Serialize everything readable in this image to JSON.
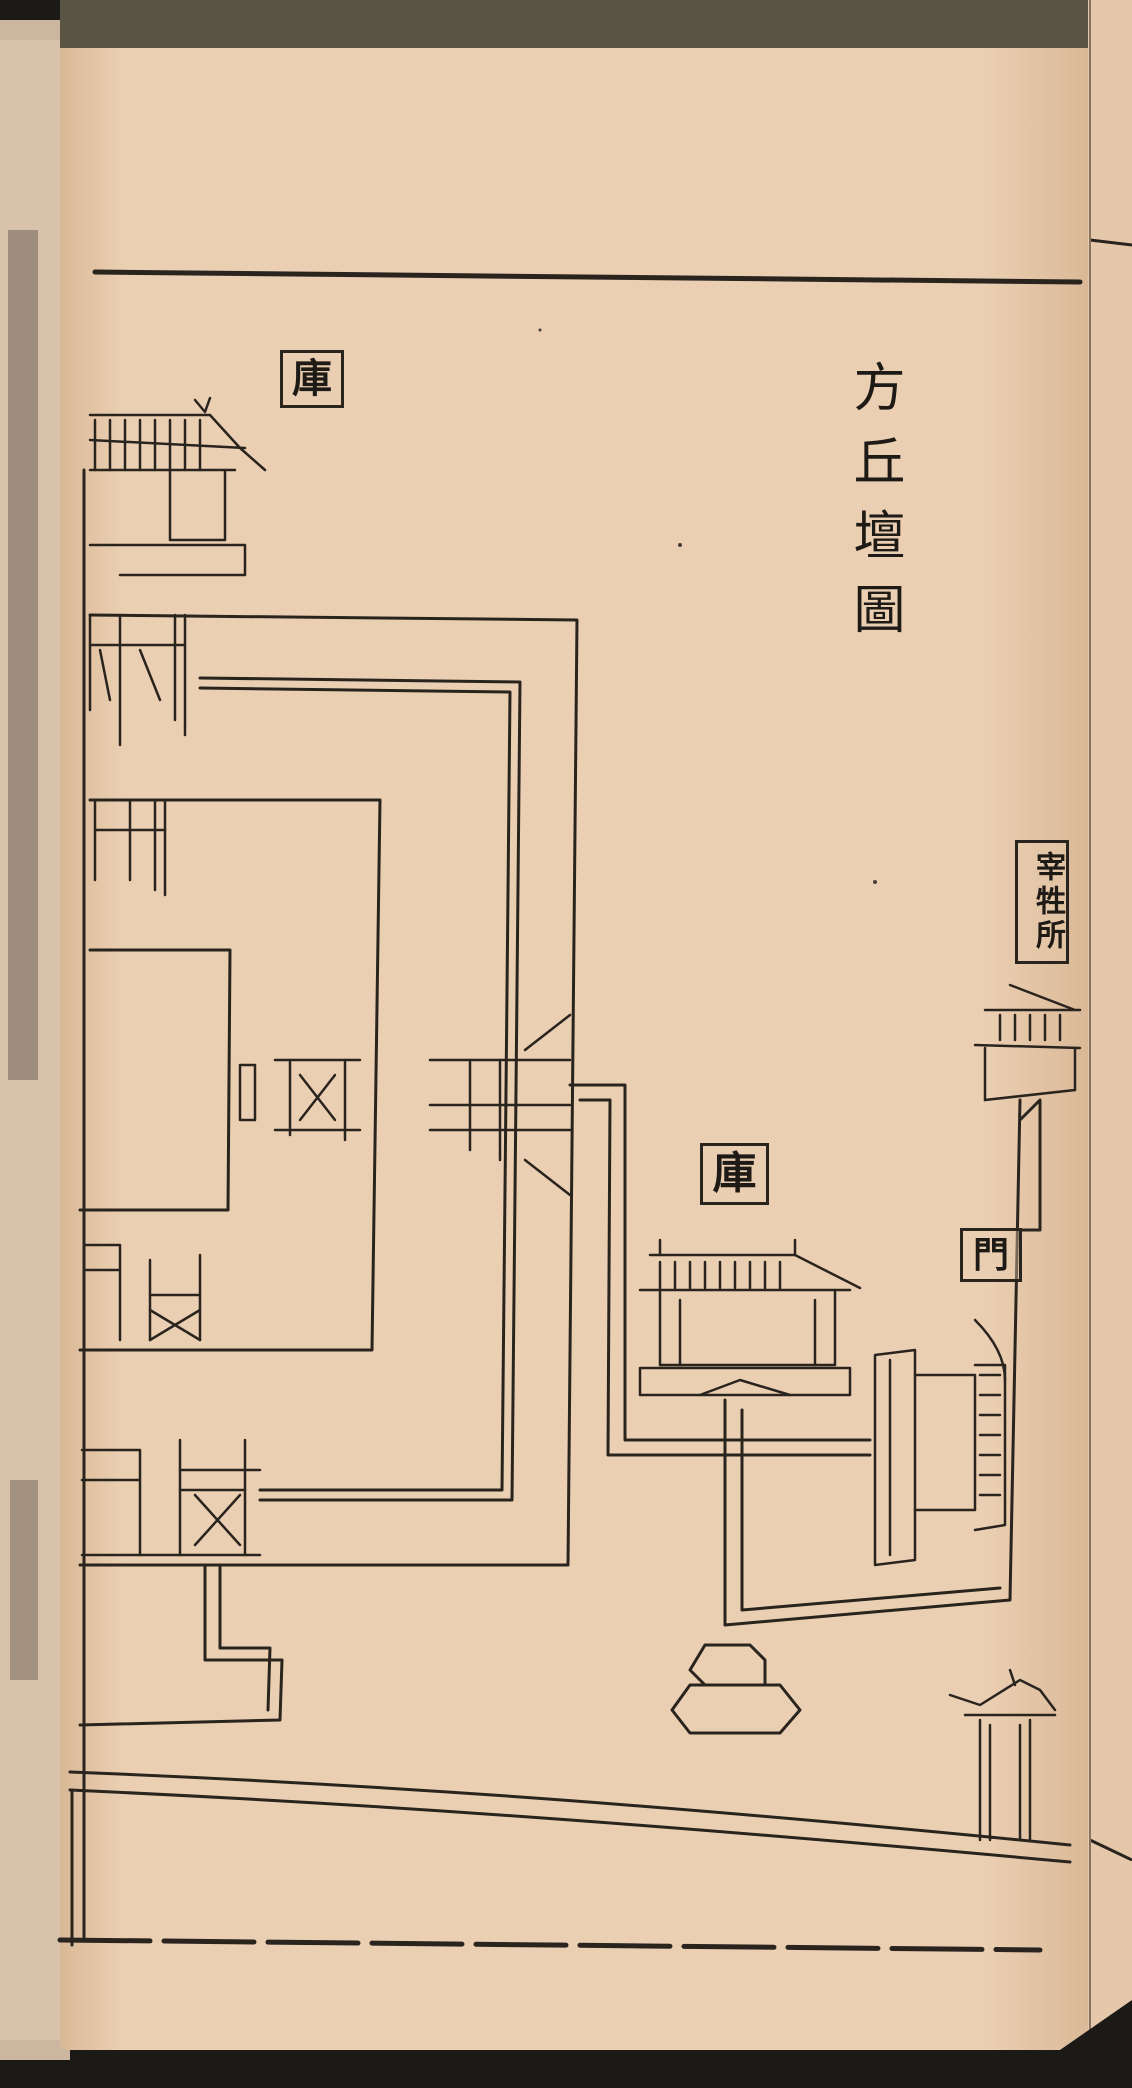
{
  "title": "方丘壇圖",
  "labels": {
    "storehouse_top": "庫",
    "storehouse_mid": "庫",
    "slaughter_house": "宰牲所",
    "gate_small": "門"
  },
  "colors": {
    "paper": "#ebcfb2",
    "paper_shadow": "#c8a886",
    "ink": "#2a241f",
    "binding": "#1b1a17"
  }
}
